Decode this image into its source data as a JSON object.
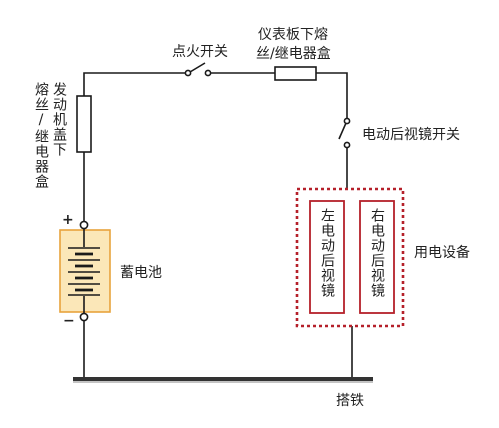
{
  "labels": {
    "ignition_switch": "点火开关",
    "dash_fuse_box_line1": "仪表板下熔",
    "dash_fuse_box_line2": "丝/继电器盒",
    "hood_fuse_box_col1": "发动机盖下",
    "hood_fuse_box_col2": "熔丝/继电器盒",
    "mirror_switch": "电动后视镜开关",
    "battery": "蓄电池",
    "battery_plus": "+",
    "battery_minus": "−",
    "left_mirror": "左电动后视镜",
    "right_mirror": "右电动后视镜",
    "load_group": "用电设备",
    "ground": "搭铁"
  },
  "colors": {
    "wire": "#1a1a1a",
    "battery_border": "#e8a33c",
    "battery_fill": "#fbe7b8",
    "load_border": "#b5202a",
    "ground_bar": "#333333"
  }
}
